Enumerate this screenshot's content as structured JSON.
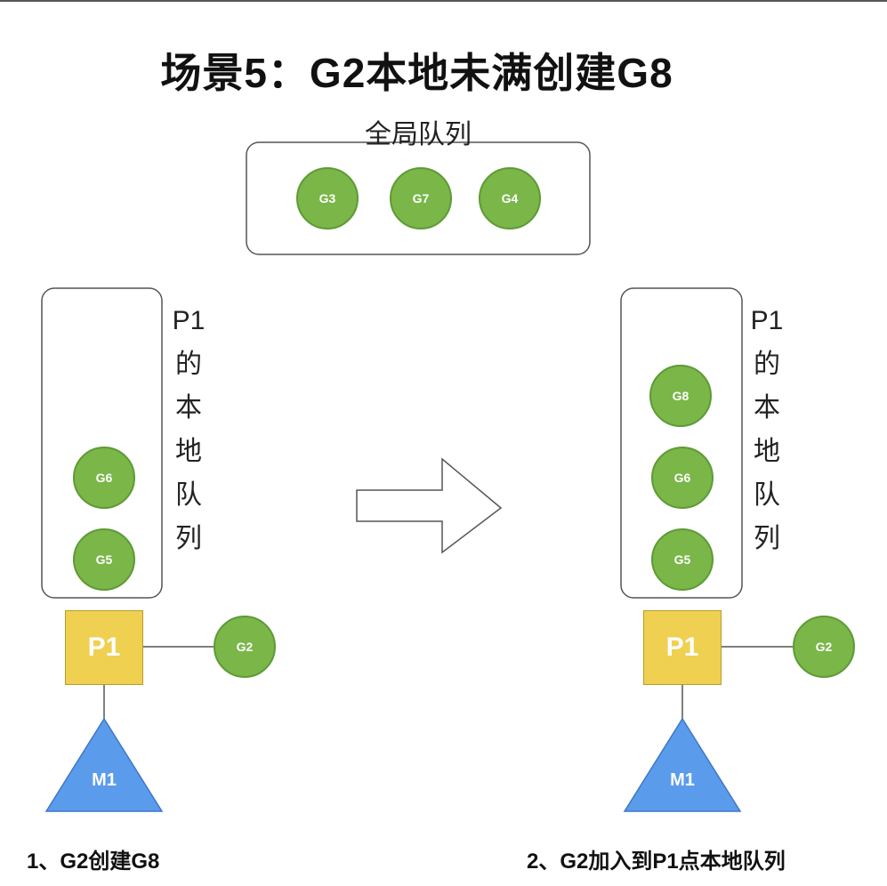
{
  "title": "场景5：G2本地未满创建G8",
  "global_queue": {
    "label": "全局队列",
    "items": [
      "G3",
      "G7",
      "G4"
    ]
  },
  "left": {
    "queue_label": "P1\n的\n本\n地\n队\n列",
    "queue_items": [
      "G6",
      "G5"
    ],
    "processor": "P1",
    "running": "G2",
    "machine": "M1",
    "caption": "1、G2创建G8"
  },
  "right": {
    "queue_label": "P1\n的\n本\n地\n队\n列",
    "queue_items": [
      "G8",
      "G6",
      "G5"
    ],
    "processor": "P1",
    "running": "G2",
    "machine": "M1",
    "caption": "2、G2加入到P1点本地队列"
  },
  "colors": {
    "goroutine": "#7ab648",
    "processor": "#f0d050",
    "machine": "#5b9bec",
    "outline": "#555555"
  }
}
